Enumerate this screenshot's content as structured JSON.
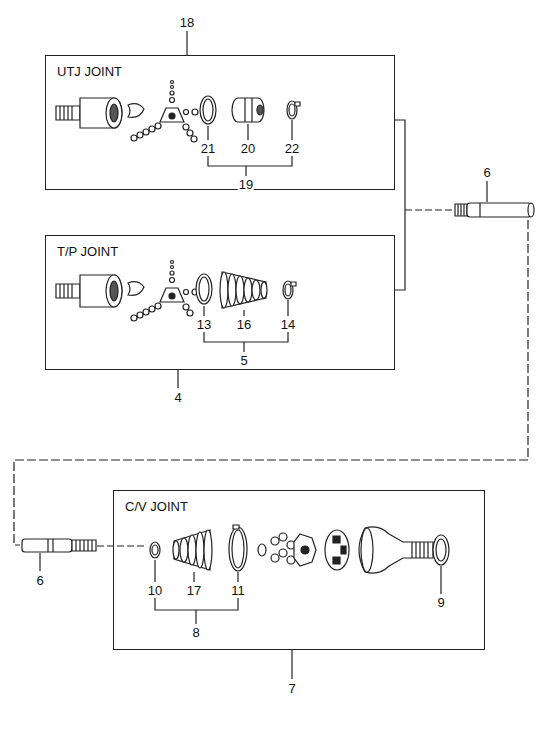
{
  "diagram": {
    "nodes": [
      {
        "text": [
          "UTJ JOINT"
        ]
      },
      {
        "text": [
          "T/P JOINT"
        ]
      },
      {
        "text": [
          "C/V JOINT"
        ]
      }
    ],
    "edges": [
      {
        "from": 0,
        "to": 1,
        "arrow": "none"
      }
    ],
    "labels": [
      "18",
      "21",
      "20",
      "22",
      "19",
      "13",
      "16",
      "14",
      "5",
      "4",
      "6",
      "6",
      "10",
      "17",
      "11",
      "8",
      "9",
      "7"
    ]
  }
}
